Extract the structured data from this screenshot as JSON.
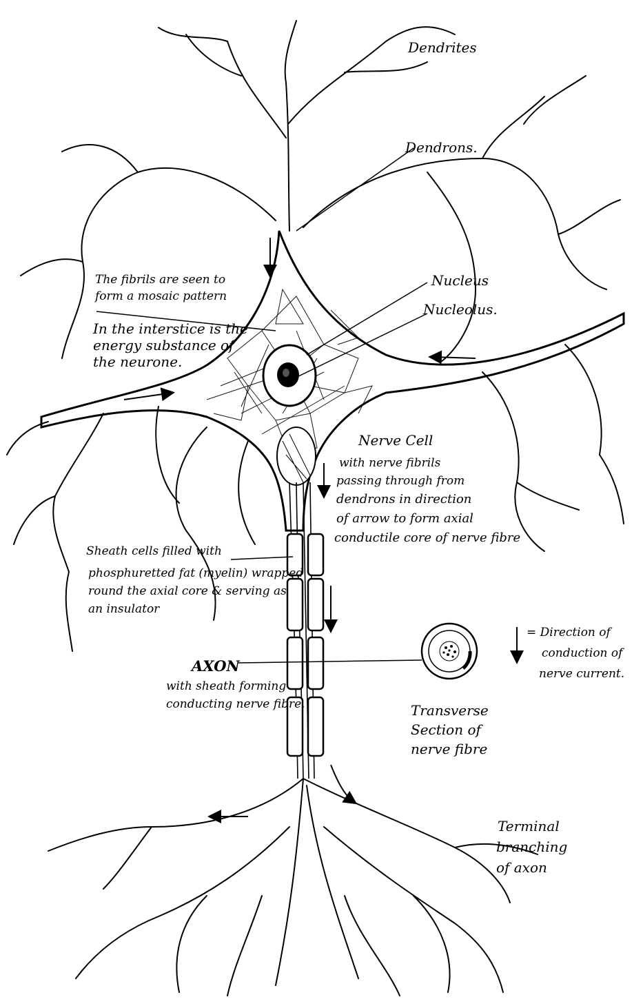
{
  "labels": {
    "dendrites": "Dendrites",
    "dendrons": "Dendrons.",
    "fibrils_line1": "The fibrils are seen to",
    "fibrils_line2": "form a mosaic pattern",
    "interstice_line1": "In the interstice is the",
    "interstice_line2": "energy substance of",
    "interstice_line3": "the neurone.",
    "nucleus": "Nucleus",
    "nucleolus": "Nucleolus.",
    "nerve_cell_title": "Nerve Cell",
    "nerve_cell_line1": "with nerve fibrils",
    "nerve_cell_line2": "passing through from",
    "nerve_cell_line3": "dendrons in direction",
    "nerve_cell_line4": "of arrow to form axial",
    "nerve_cell_line5": "conductile core of nerve fibre",
    "sheath_line1": "Sheath cells filled with",
    "sheath_line2": "phosphuretted fat (myelin) wrapped",
    "sheath_line3": "round the axial core & serving as",
    "sheath_line4": "an insulator",
    "axon_title": "AXON",
    "axon_line1": "with sheath forming",
    "axon_line2": "conducting nerve fibre.",
    "legend_symbol": "↓",
    "legend_line1": "= Direction of",
    "legend_line2": "conduction of",
    "legend_line3": "nerve current.",
    "transverse_line1": "Transverse",
    "transverse_line2": "Section of",
    "transverse_line3": "nerve fibre",
    "terminal_line1": "Terminal",
    "terminal_line2": "branching",
    "terminal_line3": "of axon"
  },
  "colors": {
    "ink": "#000000",
    "paper": "#ffffff"
  }
}
